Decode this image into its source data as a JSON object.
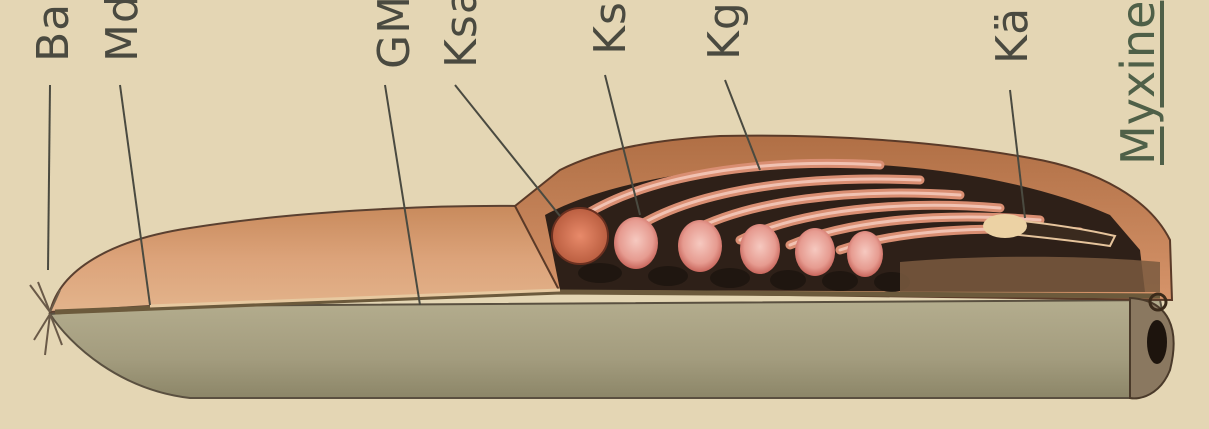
{
  "title": "Myxine",
  "labels": {
    "ba": "Ba",
    "md": "Md",
    "gm": "GM",
    "ksa": "Ksa",
    "ks": "Ks",
    "kg": "Kg",
    "ka": "Kä"
  },
  "colors": {
    "paper": "#e4d6b4",
    "body_upper": "#d99a70",
    "body_lower": "#a09a7c",
    "muscle": "#c98458",
    "gill_pouch": "#e8a39a",
    "gill_dark": "#3b2a20",
    "label_ink": "#4a4a40",
    "title_ink": "#4f6048"
  }
}
